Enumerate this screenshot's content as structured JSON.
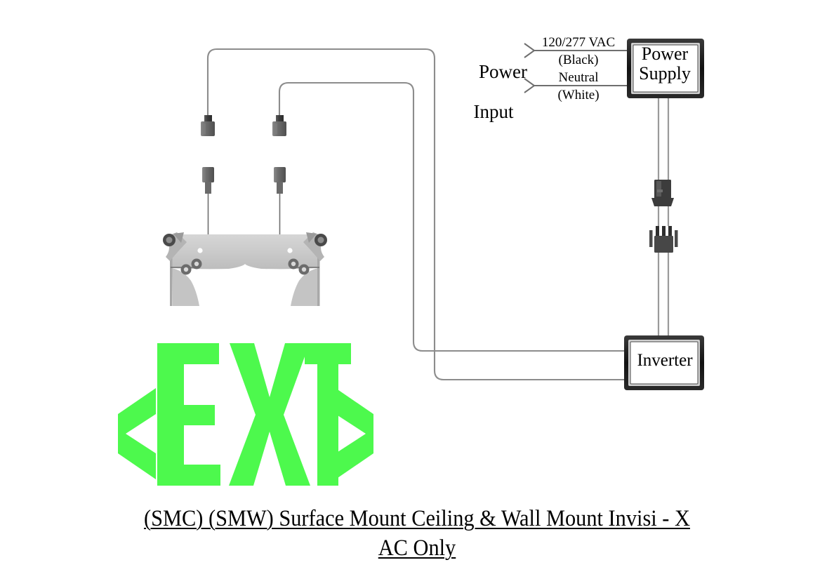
{
  "diagram": {
    "title_caption": {
      "line1": "(SMC) (SMW) Surface Mount Ceiling & Wall Mount Invisi - X",
      "line2": "AC Only"
    },
    "power_input": {
      "label_line1": "Power",
      "label_line2": "Input",
      "hot_line": {
        "voltage": "120/277 VAC",
        "color_note": "(Black)"
      },
      "neutral_line": {
        "name": "Neutral",
        "color_note": "(White)"
      }
    },
    "components": {
      "power_supply": {
        "label_line1": "Power",
        "label_line2": "Supply"
      },
      "inverter": {
        "label": "Inverter"
      },
      "exit_sign": {
        "text": "EXIT",
        "left_arrow": "left-chevron",
        "right_arrow": "right-chevron",
        "color": "#4DF94D"
      },
      "mounting_bracket": {
        "name": "surface-mount-bracket",
        "color": "#CCCCCC"
      }
    },
    "connectors": {
      "spade_female_left": "spade-terminal-female",
      "spade_female_right": "spade-terminal-female",
      "spade_male_left": "spade-terminal-male",
      "spade_male_right": "spade-terminal-male",
      "inline_plug": "inline-plug-connector",
      "pin_header": "multi-pin-connector"
    },
    "colors": {
      "exit_green": "#4DF94D",
      "wire": "#888888",
      "box_border": "#1A1A1A",
      "bracket": "#CCCCCC"
    }
  }
}
